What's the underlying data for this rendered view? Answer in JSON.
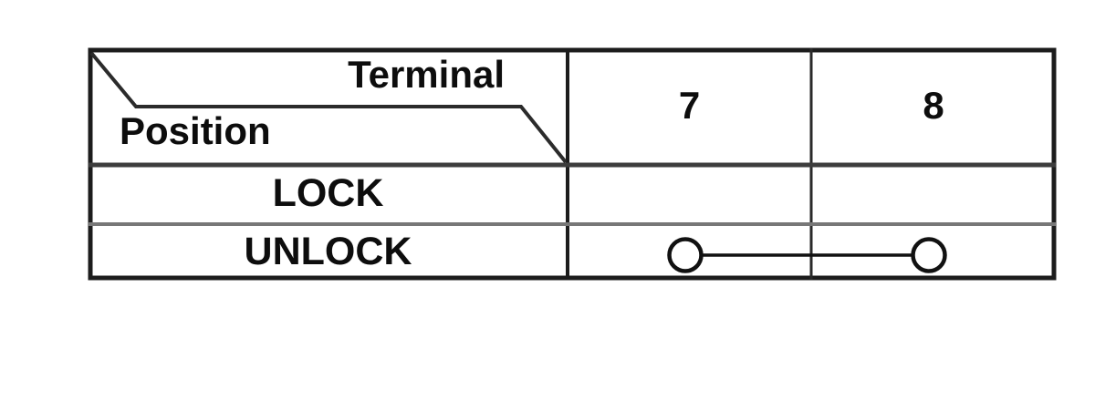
{
  "diagram": {
    "type": "switch-continuity-table",
    "corner": {
      "terminal_label": "Terminal",
      "position_label": "Position"
    },
    "terminals": [
      "7",
      "8"
    ],
    "rows": [
      {
        "position": "LOCK",
        "continuity": []
      },
      {
        "position": "UNLOCK",
        "continuity": [
          "7",
          "8"
        ]
      }
    ],
    "colors": {
      "border_dark": "#1c1c1c",
      "divider_mid": "#3d3d3d",
      "divider_light": "#777777",
      "text": "#0d0d0d",
      "background": "#ffffff"
    }
  }
}
